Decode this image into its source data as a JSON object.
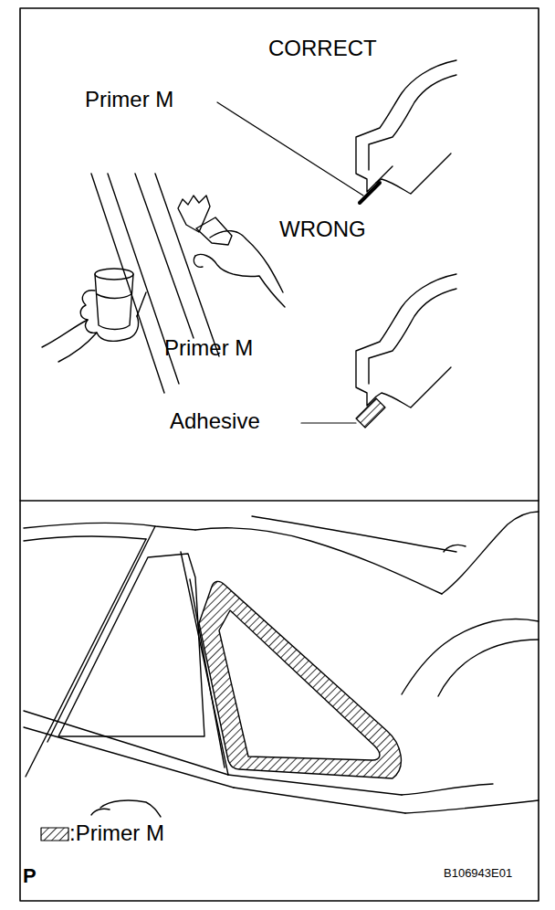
{
  "diagram": {
    "labels": [
      "CORRECT",
      "Primer M",
      "WRONG",
      "Primer M",
      "Adhesive",
      "P",
      "B106943E01"
    ],
    "legend": [
      {
        "text": ":Primer M"
      }
    ]
  }
}
